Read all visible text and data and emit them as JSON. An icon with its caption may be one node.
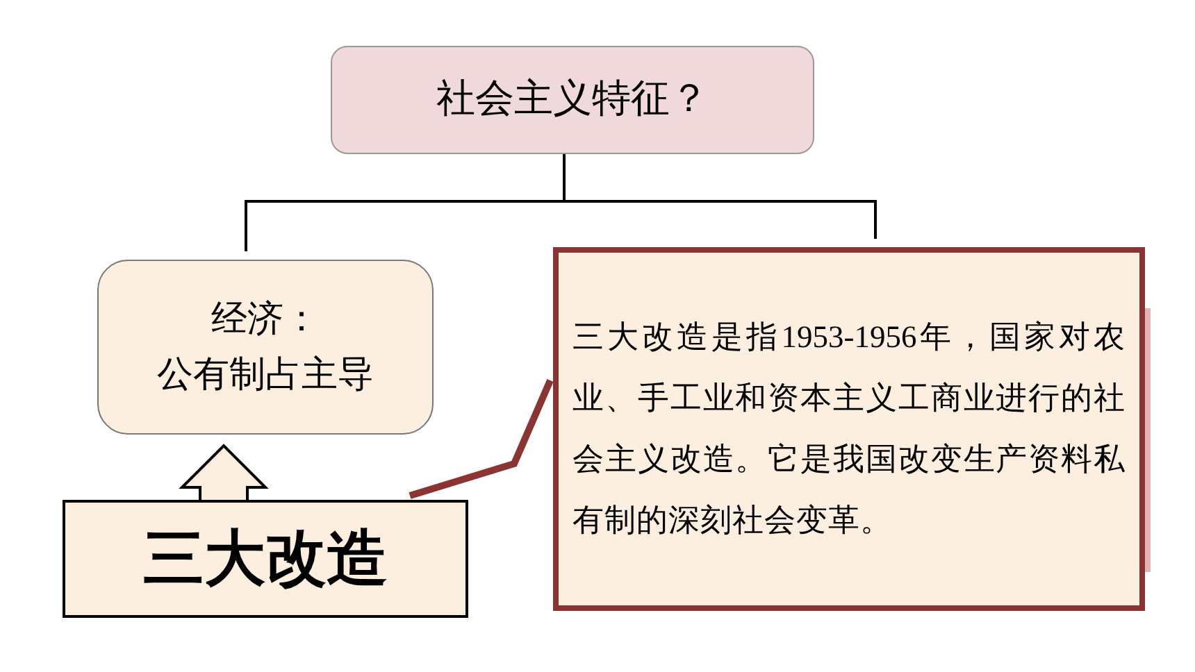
{
  "diagram": {
    "nodes": [
      {
        "text": [
          "社会主义特征？"
        ]
      },
      {
        "text": [
          "经济：",
          "公有制占主导"
        ]
      },
      {
        "text": [
          "三大改造是指1953-1956年，国家对农业、手工业和资本主义工商业进行的社会主义改造。它是我国改变生产资料私有制的深刻社会变革。"
        ]
      },
      {
        "text": [
          "三大改造"
        ]
      }
    ],
    "edges": [
      {
        "from": 0,
        "to": 1,
        "arrow": "none"
      },
      {
        "from": 0,
        "to": 2,
        "arrow": "none"
      },
      {
        "from": 3,
        "to": 1,
        "arrow": "to",
        "style": "thick"
      },
      {
        "from": 2,
        "to": 3,
        "arrow": "none",
        "style": "thick",
        "color": "#8b3434"
      }
    ]
  }
}
